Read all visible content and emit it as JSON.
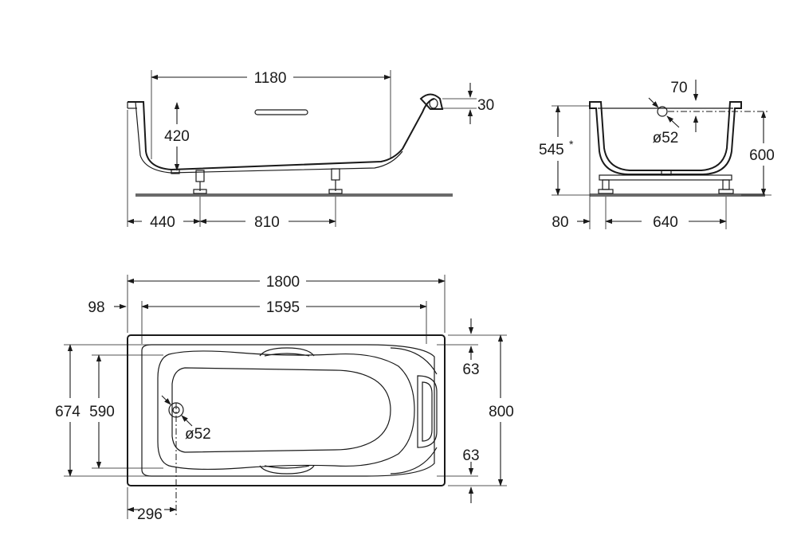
{
  "side_view": {
    "inner_length": "1180",
    "depth": "420",
    "rim_thickness": "30",
    "leg_offset": "440",
    "leg_spacing": "810"
  },
  "end_view": {
    "drain_offset": "70",
    "drain_diameter": "ø52",
    "height": "545",
    "height_note": "*",
    "overall_height": "600",
    "leg_inset": "80",
    "leg_spacing": "640"
  },
  "plan_view": {
    "overall_length": "1800",
    "inner_length": "1595",
    "left_inset": "98",
    "outer_width": "674",
    "inner_width": "590",
    "overall_width": "800",
    "rim_top": "63",
    "rim_bottom": "63",
    "drain_diameter": "ø52",
    "drain_offset": "296"
  }
}
